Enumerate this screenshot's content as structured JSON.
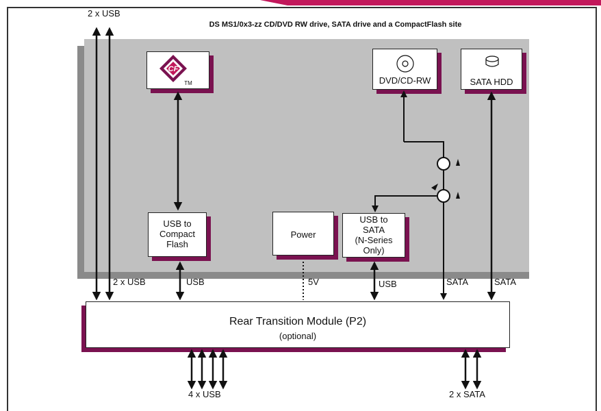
{
  "title": "DS MS1/0x3-zz  CD/DVD RW drive, SATA drive and a CompactFlash site",
  "labels": {
    "top_usb": "2 x USB",
    "inner_usb": "2 x USB",
    "usb_cf": "USB",
    "power_5v": "5V",
    "usb_sata": "USB",
    "sata_dvd": "SATA",
    "sata_hdd": "SATA",
    "bottom_usb": "4 x USB",
    "bottom_sata": "2 x SATA"
  },
  "boxes": {
    "cf_logo_text": "CF",
    "cf_tm": "TM",
    "dvd": "DVD/CD-RW",
    "hdd": "SATA HDD",
    "usb_cf": [
      "USB to",
      "Compact",
      "Flash"
    ],
    "power": "Power",
    "usb_sata": [
      "USB to",
      "SATA",
      "(N-Series",
      "Only)"
    ],
    "rtm_title": "Rear Transition Module (P2)",
    "rtm_sub": "(optional)"
  },
  "colors": {
    "accent": "#c2185b",
    "shadow": "#7a1250",
    "board": "#c0c0c0",
    "board_shadow": "#8a8a8a"
  }
}
